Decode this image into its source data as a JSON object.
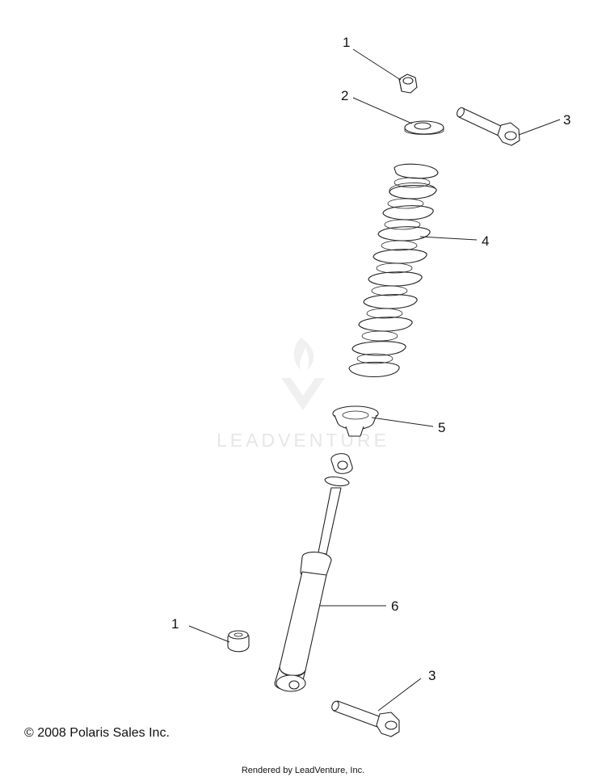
{
  "callouts": [
    {
      "id": "nut-top",
      "label": "1"
    },
    {
      "id": "washer",
      "label": "2"
    },
    {
      "id": "bolt-top",
      "label": "3"
    },
    {
      "id": "spring",
      "label": "4"
    },
    {
      "id": "retainer",
      "label": "5"
    },
    {
      "id": "shock",
      "label": "6"
    },
    {
      "id": "nut-bottom",
      "label": "1"
    },
    {
      "id": "bolt-bottom",
      "label": "3"
    }
  ],
  "watermark": {
    "text": "LEADVENTURE"
  },
  "footer": {
    "copyright": "© 2008 Polaris Sales Inc.",
    "rendered_by": "Rendered by LeadVenture, Inc."
  },
  "colors": {
    "line": "#222222",
    "watermark": "#e6e6e6"
  }
}
